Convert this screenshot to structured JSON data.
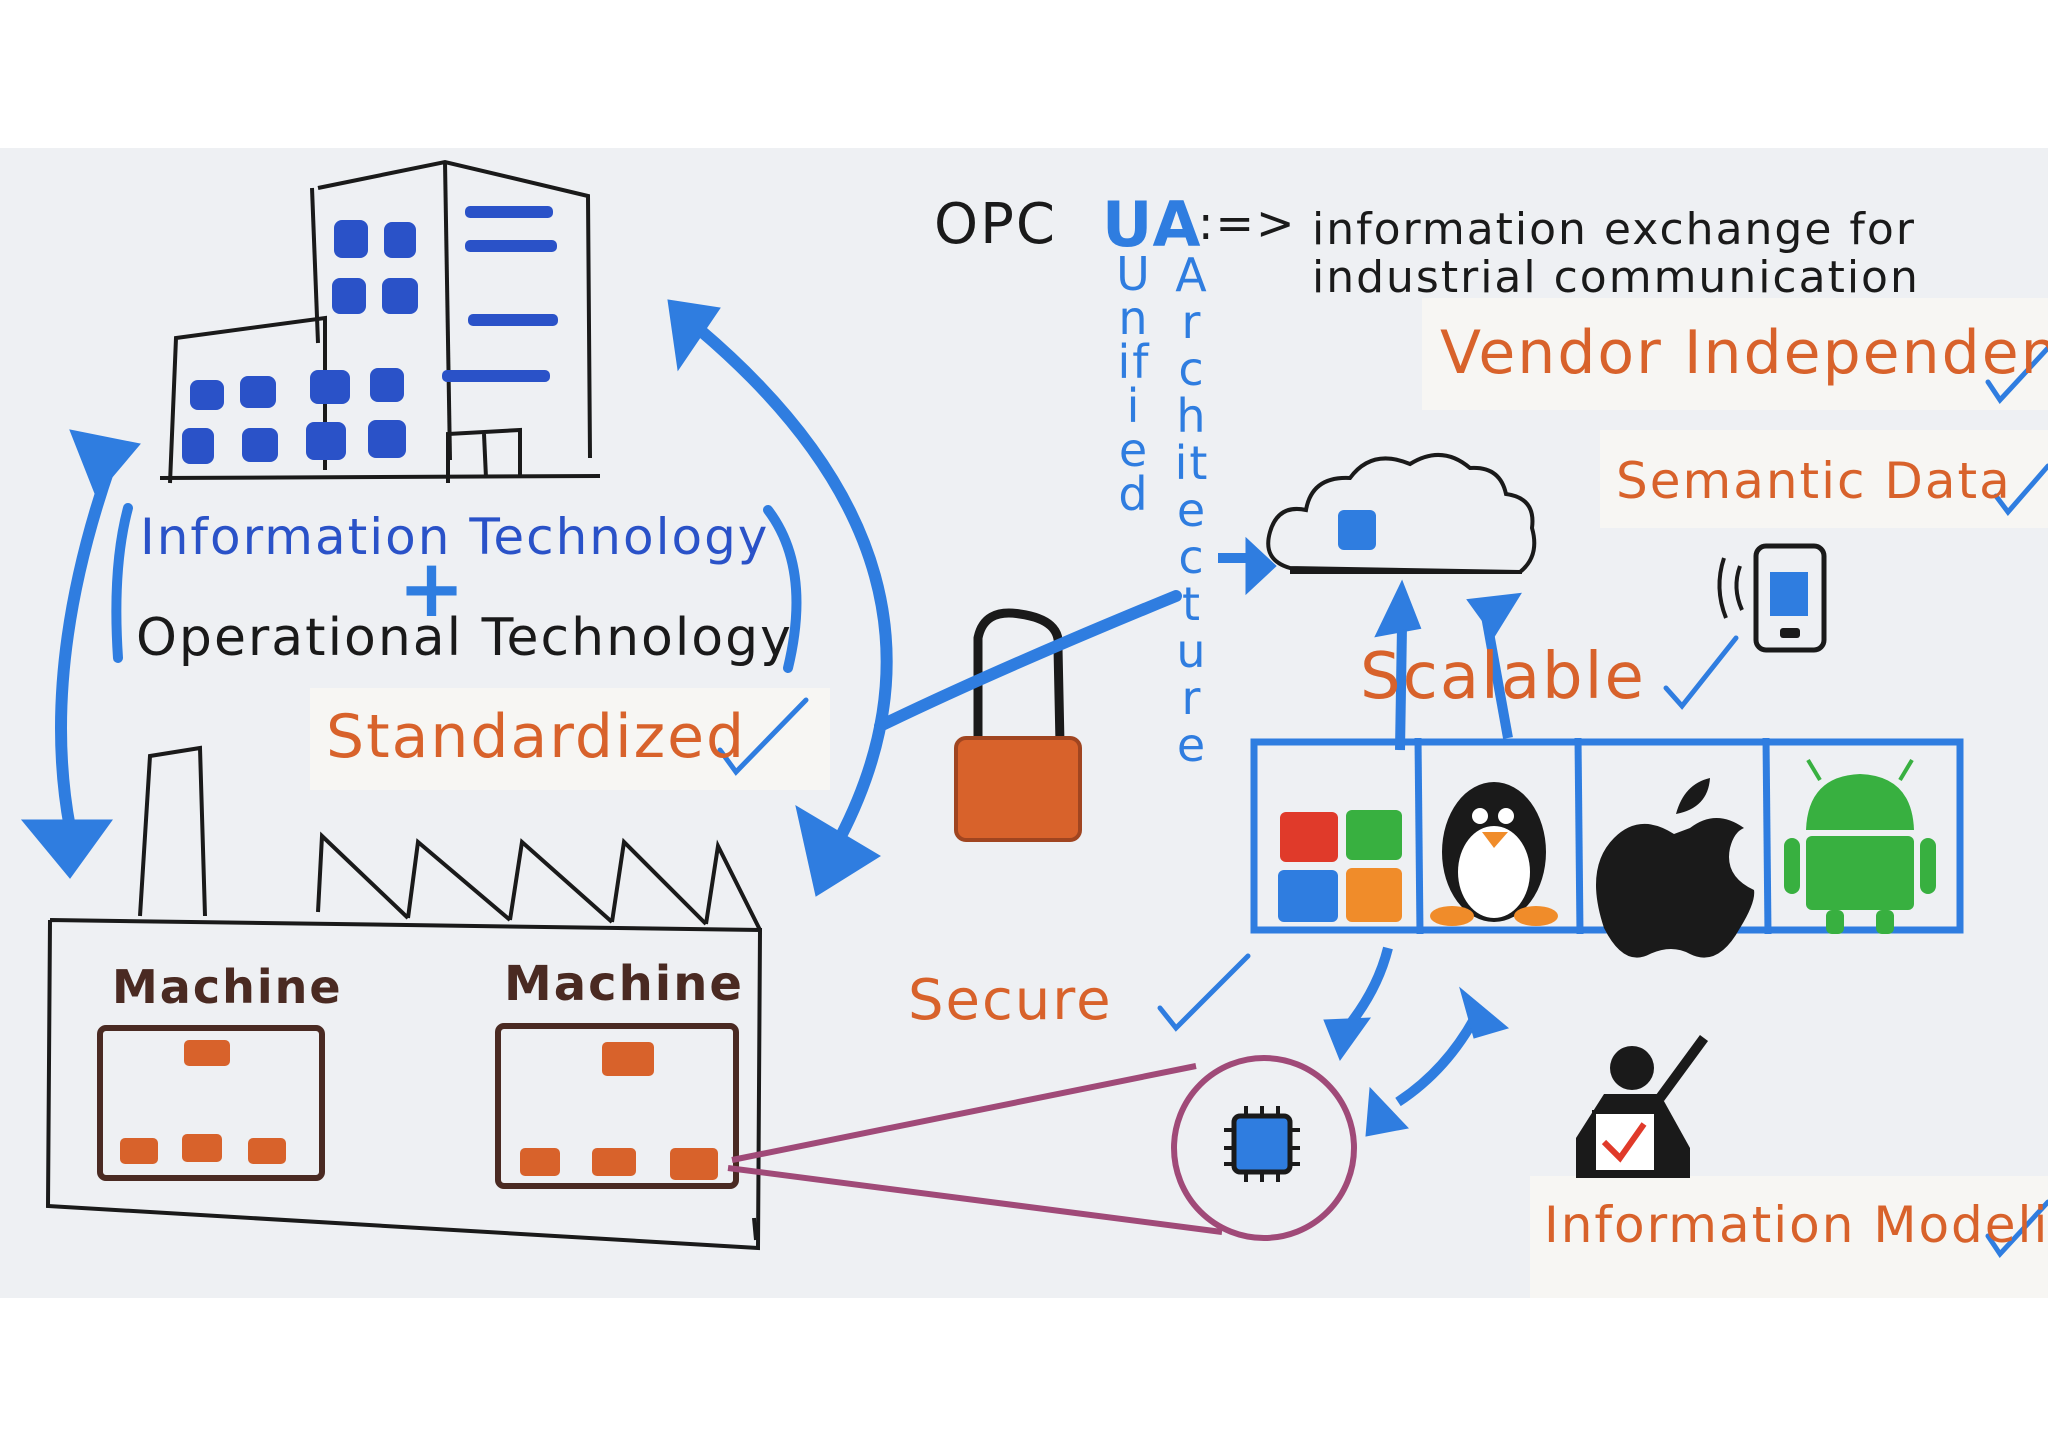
{
  "header": {
    "opc": "OPC",
    "ua": "UA",
    "arrow": ":=>",
    "definition_line1": "information exchange for",
    "definition_line2": "industrial communication",
    "unified": "Unified",
    "architecture": "Architecture"
  },
  "left": {
    "information_technology": "Information Technology",
    "plus": "+",
    "operational_technology": "Operational Technology",
    "standardized": "Standardized",
    "machine_1": "Machine",
    "machine_2": "Machine"
  },
  "features": {
    "vendor_independent": "Vendor Independent",
    "semantic_data": "Semantic Data",
    "scalable": "Scalable",
    "secure": "Secure",
    "information_modeling": "Information Modeling",
    "check": "✓"
  },
  "colors": {
    "blue": "#2f7de0",
    "orange": "#d8622b",
    "black": "#1a1a1a",
    "brown": "#4a2a22",
    "purple": "#a04a78",
    "green": "#38b040",
    "red": "#e03a2a"
  },
  "platforms": [
    "windows-logo",
    "linux-tux-logo",
    "apple-logo",
    "android-logo"
  ]
}
